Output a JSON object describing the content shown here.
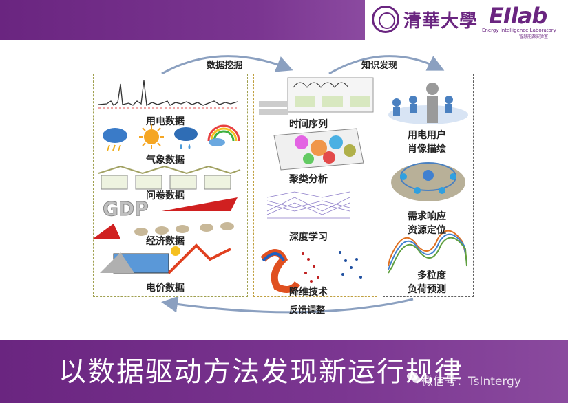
{
  "header": {
    "university_name": "清華大學",
    "lab_logo": "EIlab",
    "lab_name_en": "Energy Intelligence Laboratory",
    "lab_name_cn": "智慧能源实验室"
  },
  "flows": {
    "data_mining": "数据挖掘",
    "knowledge_discovery": "知识发现",
    "feedback": "反馈调整"
  },
  "data_sources": [
    {
      "label": "用电数据",
      "icon": "load-curve-icon"
    },
    {
      "label": "气象数据",
      "icon": "weather-icon"
    },
    {
      "label": "问卷数据",
      "icon": "survey-icon"
    },
    {
      "label": "经济数据",
      "icon": "gdp-icon"
    },
    {
      "label": "电价数据",
      "icon": "price-icon"
    }
  ],
  "methods": [
    {
      "label": "时间序列",
      "icon": "time-series-icon"
    },
    {
      "label": "聚类分析",
      "icon": "cluster-icon"
    },
    {
      "label": "深度学习",
      "icon": "neural-network-icon"
    },
    {
      "label": "降维技术",
      "icon": "dimension-reduction-icon"
    }
  ],
  "applications": [
    {
      "label_lines": [
        "用电用户",
        "肖像描绘"
      ],
      "icon": "user-network-icon"
    },
    {
      "label_lines": [
        "需求响应",
        "资源定位"
      ],
      "icon": "smart-grid-icon"
    },
    {
      "label_lines": [
        "多粒度",
        "负荷预测"
      ],
      "icon": "forecast-curve-icon"
    }
  ],
  "footer": {
    "title": "以数据驱动方法发现新运行规律",
    "watermark": "微信号：TsIntergy"
  },
  "colors": {
    "brand_purple": "#6a2580",
    "panel_border_left": "#a0a050",
    "panel_border_mid": "#c0a040",
    "panel_border_right": "#606060"
  }
}
